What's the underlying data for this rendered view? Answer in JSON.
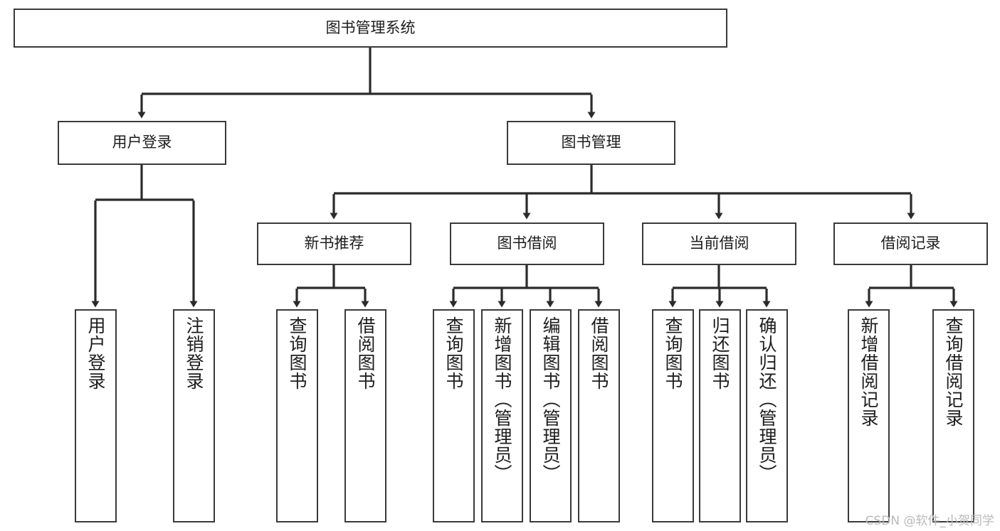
{
  "diagram": {
    "title": "图书管理系统",
    "type": "tree-hierarchy",
    "watermark": "CSDN @软件_小贺同学",
    "colors": {
      "box_border": "#3a3a3a",
      "box_fill": "#ffffff",
      "connector": "#2b2b2b",
      "text": "#1d1d1d",
      "watermark": "#b9b9b9"
    },
    "nodes": {
      "root": {
        "label": "图书管理系统",
        "level": 1,
        "orientation": "horizontal"
      },
      "l2": [
        {
          "id": "user-login",
          "label": "用户登录",
          "level": 2,
          "orientation": "horizontal"
        },
        {
          "id": "book-manage",
          "label": "图书管理",
          "level": 2,
          "orientation": "horizontal"
        }
      ],
      "l3": [
        {
          "id": "new-book-rec",
          "label": "新书推荐",
          "level": 3,
          "orientation": "horizontal"
        },
        {
          "id": "book-borrow",
          "label": "图书借阅",
          "level": 3,
          "orientation": "horizontal"
        },
        {
          "id": "current-borrow",
          "label": "当前借阅",
          "level": 3,
          "orientation": "horizontal"
        },
        {
          "id": "borrow-record",
          "label": "借阅记录",
          "level": 3,
          "orientation": "horizontal"
        }
      ],
      "leaves": [
        {
          "id": "leaf-user-login",
          "label": "用户登录",
          "parent": "user-login",
          "orientation": "vertical"
        },
        {
          "id": "leaf-logout",
          "label": "注销登录",
          "parent": "user-login",
          "orientation": "vertical"
        },
        {
          "id": "leaf-query-book-1",
          "label": "查询图书",
          "parent": "new-book-rec",
          "orientation": "vertical"
        },
        {
          "id": "leaf-borrow-book-1",
          "label": "借阅图书",
          "parent": "new-book-rec",
          "orientation": "vertical"
        },
        {
          "id": "leaf-query-book-2",
          "label": "查询图书",
          "parent": "book-borrow",
          "orientation": "vertical"
        },
        {
          "id": "leaf-add-book",
          "label": "新增图书（管理员）",
          "parent": "book-borrow",
          "orientation": "vertical"
        },
        {
          "id": "leaf-edit-book",
          "label": "编辑图书（管理员）",
          "parent": "book-borrow",
          "orientation": "vertical"
        },
        {
          "id": "leaf-borrow-book-2",
          "label": "借阅图书",
          "parent": "book-borrow",
          "orientation": "vertical"
        },
        {
          "id": "leaf-query-book-3",
          "label": "查询图书",
          "parent": "current-borrow",
          "orientation": "vertical"
        },
        {
          "id": "leaf-return-book",
          "label": "归还图书",
          "parent": "current-borrow",
          "orientation": "vertical"
        },
        {
          "id": "leaf-confirm-return",
          "label": "确认归还（管理员）",
          "parent": "current-borrow",
          "orientation": "vertical"
        },
        {
          "id": "leaf-add-record",
          "label": "新增借阅记录",
          "parent": "borrow-record",
          "orientation": "vertical"
        },
        {
          "id": "leaf-query-record",
          "label": "查询借阅记录",
          "parent": "borrow-record",
          "orientation": "vertical"
        }
      ]
    }
  }
}
